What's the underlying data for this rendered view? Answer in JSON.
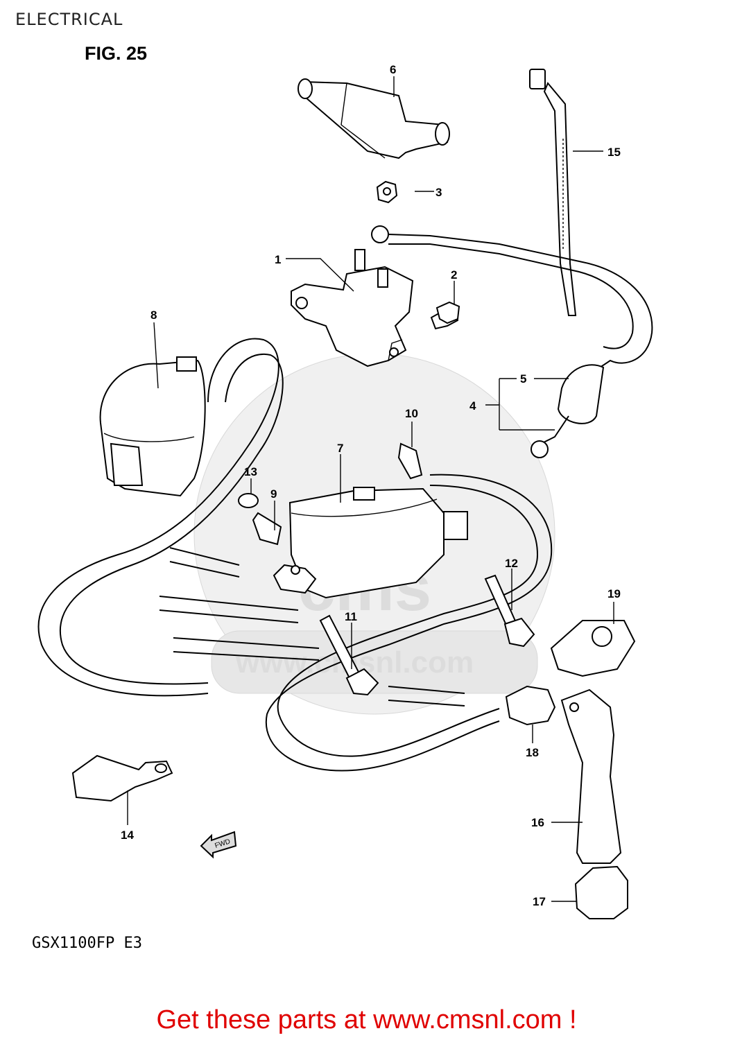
{
  "header": {
    "title": "ELECTRICAL"
  },
  "figure": {
    "label": "FIG. 25",
    "model_code": "GSX1100FP  E3"
  },
  "callouts": {
    "c1": "1",
    "c2": "2",
    "c3": "3",
    "c4": "4",
    "c5": "5",
    "c6": "6",
    "c7": "7",
    "c8": "8",
    "c9": "9",
    "c10": "10",
    "c11": "11",
    "c12": "12",
    "c13": "13",
    "c14": "14",
    "c15": "15",
    "c16": "16",
    "c17": "17",
    "c18": "18",
    "c19": "19"
  },
  "fwd_arrow": {
    "label": "FWD"
  },
  "watermark": {
    "brand": "cms",
    "site": "www.cmsnl.com"
  },
  "footer": {
    "cta": "Get these parts at www.cmsnl.com !"
  },
  "colors": {
    "cta": "#e00000",
    "line": "#000000",
    "watermark": "#e7e7e7"
  }
}
